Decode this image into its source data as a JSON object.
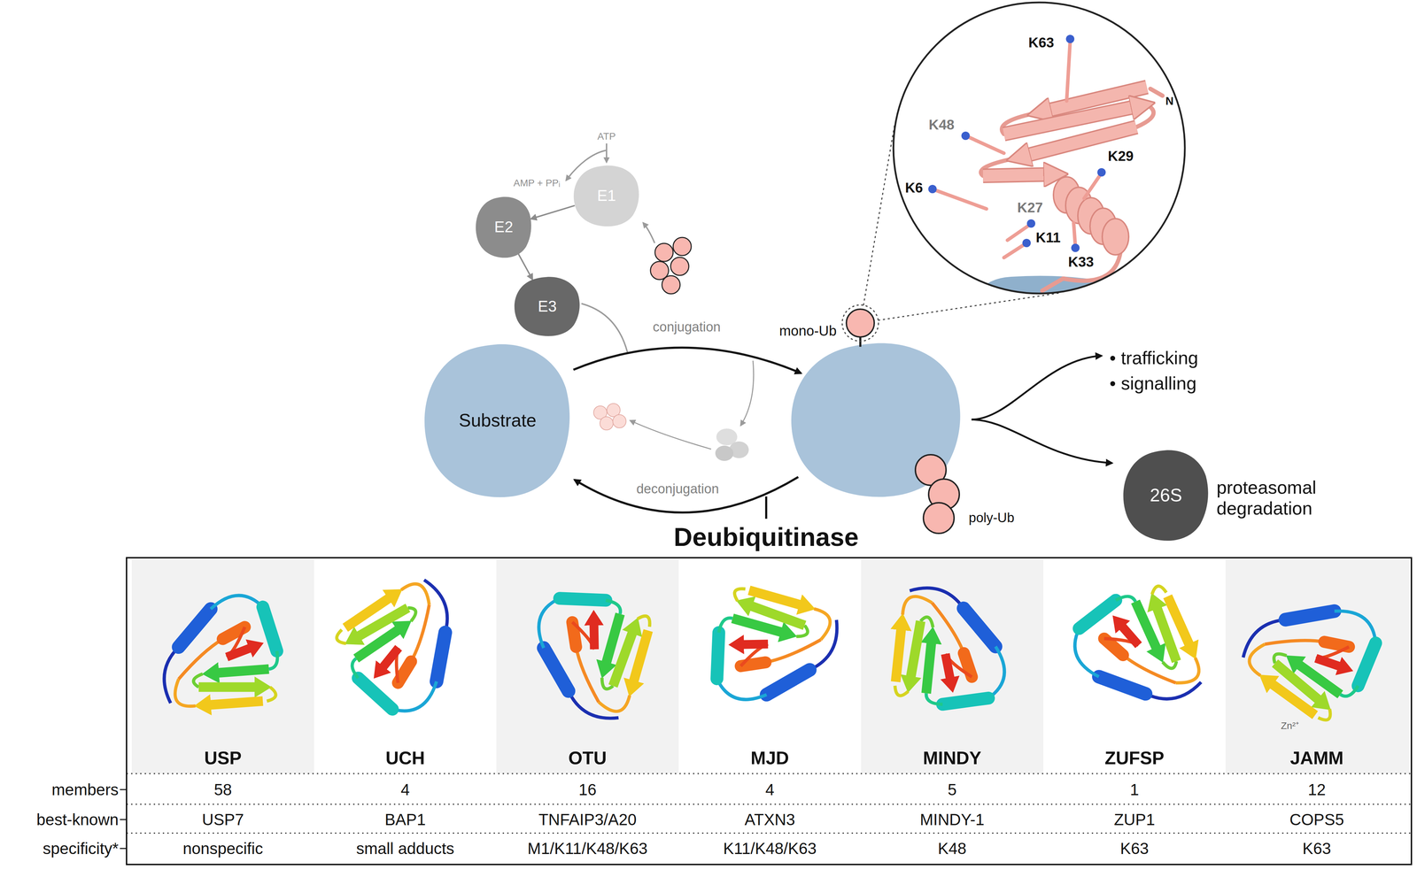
{
  "diagram": {
    "nodes": [
      {
        "text": [
          "E1"
        ]
      },
      {
        "text": [
          "E2"
        ]
      },
      {
        "text": [
          "E3"
        ]
      },
      {
        "text": [
          "Substrate"
        ]
      },
      {
        "text": [
          "26S"
        ]
      }
    ],
    "edges": [
      {
        "from": 0,
        "to": 1,
        "arrow": "to"
      },
      {
        "from": 1,
        "to": 2,
        "arrow": "to"
      }
    ],
    "labels": [
      "K63",
      "N",
      "K48",
      "K29",
      "K6",
      "K27",
      "K11",
      "K33",
      "ATP",
      "AMP + PPᵢ",
      "conjugation",
      "mono-Ub",
      "• trafficking",
      "• signalling",
      "deconjugation",
      "poly-Ub",
      "proteasomal degradation",
      "Deubiquitinase",
      "Zn²⁺",
      "USP",
      "UCH",
      "OTU",
      "MJD",
      "MINDY",
      "ZUFSP",
      "JAMM",
      "members",
      "58",
      "4",
      "16",
      "4",
      "5",
      "1",
      "12",
      "best-known",
      "USP7",
      "BAP1",
      "TNFAIP3/A20",
      "ATXN3",
      "MINDY-1",
      "ZUP1",
      "COPS5",
      "specificity*",
      "nonspecific",
      "small adducts",
      "M1/K11/K48/K63",
      "K11/K48/K63",
      "K48",
      "K63",
      "K63"
    ]
  }
}
